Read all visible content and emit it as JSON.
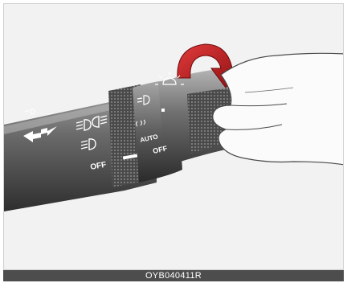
{
  "labels": {
    "off_inner": "OFF",
    "off_outer": "OFF",
    "auto": "AUTO"
  },
  "caption": "OYB040411R",
  "icons": [
    "turn-signal-arrows-icon",
    "front-fog-light-icon",
    "rear-fog-light-icon",
    "headlight-icon",
    "parking-light-icon",
    "sun-light-icon",
    "rotation-arrow-icon"
  ]
}
